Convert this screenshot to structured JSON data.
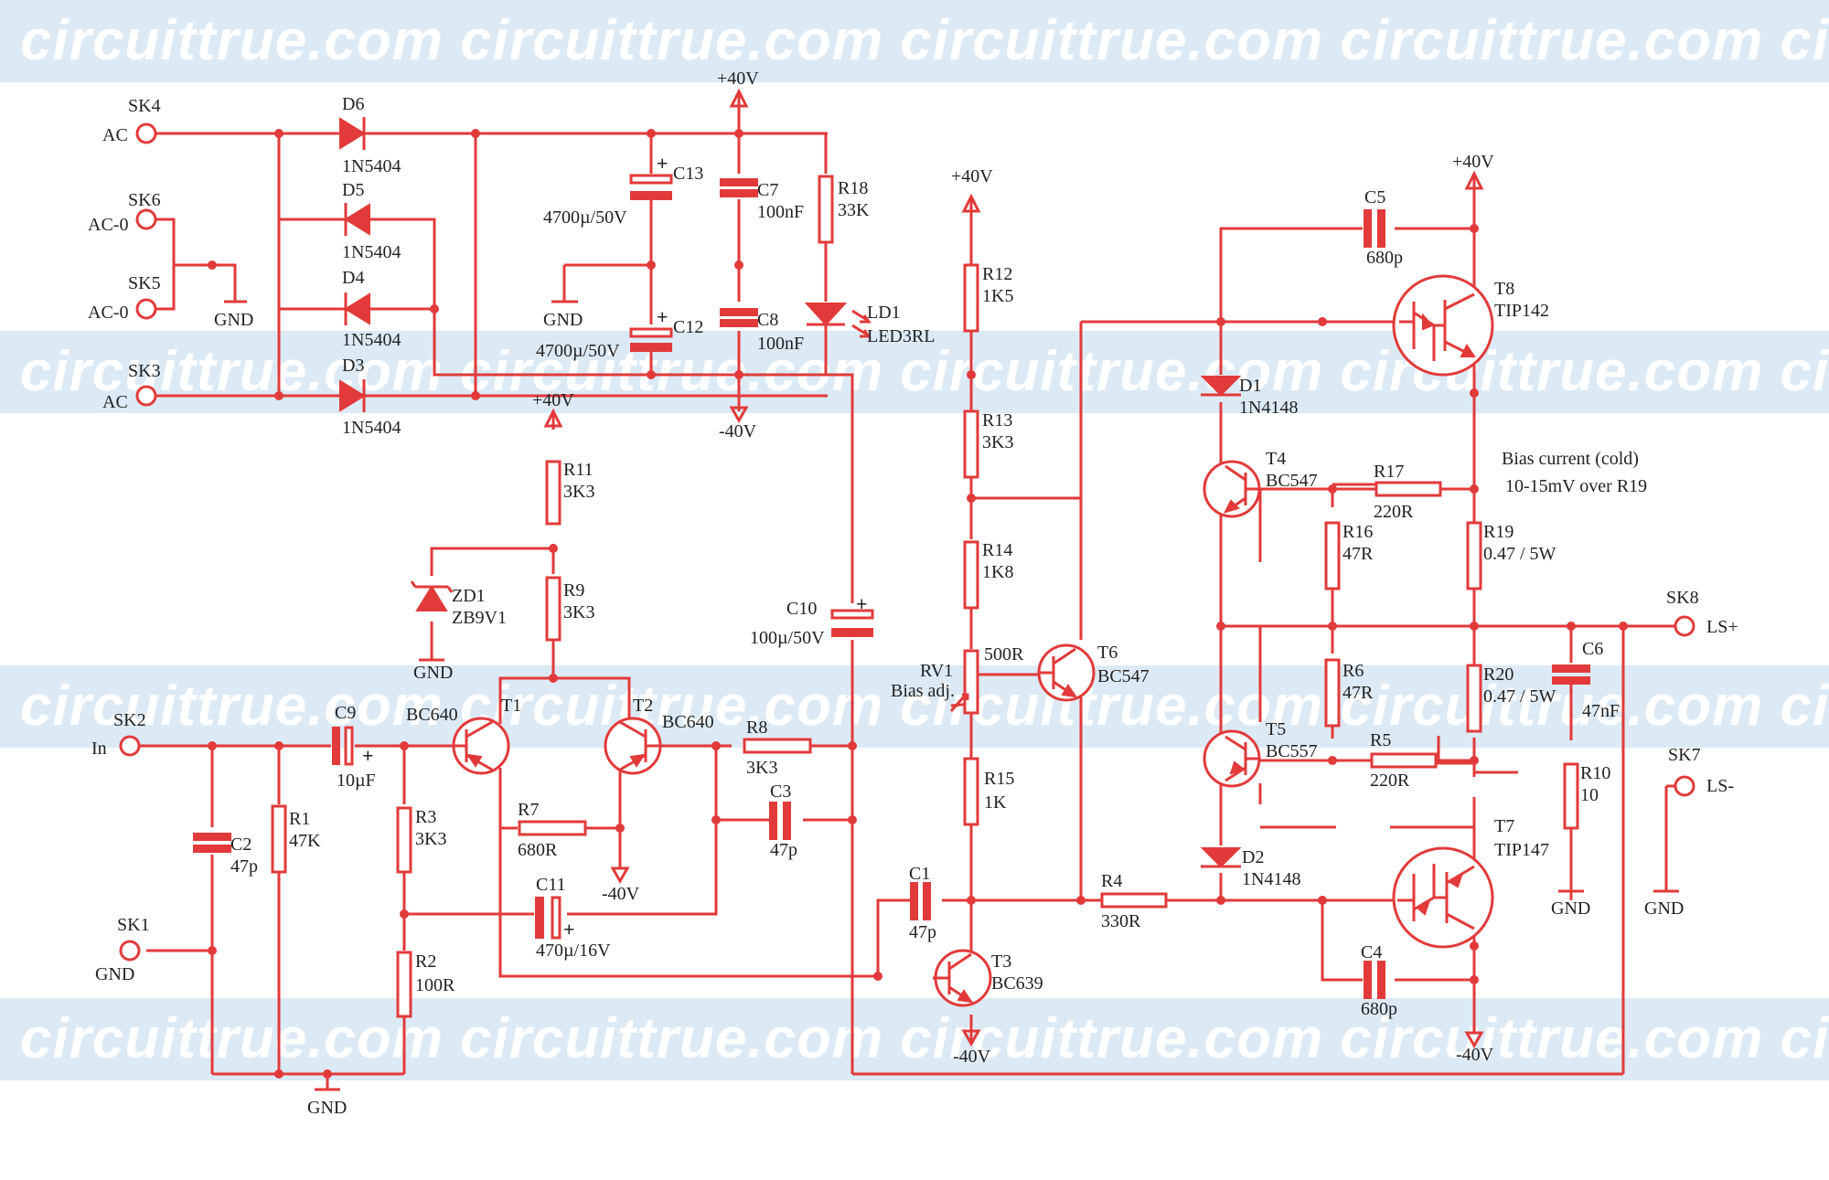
{
  "watermark": "circuittrue.com circuittrue.com circuittrue.com circuittrue.com circuittrue.com",
  "power": {
    "pos": "+40V",
    "neg": "-40V",
    "gnd": "GND"
  },
  "connectors": {
    "SK4": {
      "ref": "SK4",
      "label": "AC"
    },
    "SK6": {
      "ref": "SK6",
      "label": "AC-0"
    },
    "SK5": {
      "ref": "SK5",
      "label": "AC-0"
    },
    "SK3": {
      "ref": "SK3",
      "label": "AC"
    },
    "SK2": {
      "ref": "SK2",
      "label": "In"
    },
    "SK1": {
      "ref": "SK1",
      "label": "GND"
    },
    "SK8": {
      "ref": "SK8",
      "label": "LS+"
    },
    "SK7": {
      "ref": "SK7",
      "label": "LS-"
    }
  },
  "diodes": {
    "D6": {
      "ref": "D6",
      "value": "1N5404"
    },
    "D5": {
      "ref": "D5",
      "value": "1N5404"
    },
    "D4": {
      "ref": "D4",
      "value": "1N5404"
    },
    "D3": {
      "ref": "D3",
      "value": "1N5404"
    },
    "D1": {
      "ref": "D1",
      "value": "1N4148"
    },
    "D2": {
      "ref": "D2",
      "value": "1N4148"
    },
    "ZD1": {
      "ref": "ZD1",
      "value": "ZB9V1"
    },
    "LD1": {
      "ref": "LD1",
      "value": "LED3RL"
    }
  },
  "capacitors": {
    "C13": {
      "ref": "C13",
      "value": "4700µ/50V"
    },
    "C12": {
      "ref": "C12",
      "value": "4700µ/50V"
    },
    "C7": {
      "ref": "C7",
      "value": "100nF"
    },
    "C8": {
      "ref": "C8",
      "value": "100nF"
    },
    "C10": {
      "ref": "C10",
      "value": "100µ/50V"
    },
    "C9": {
      "ref": "C9",
      "value": "10µF"
    },
    "C2": {
      "ref": "C2",
      "value": "47p"
    },
    "C11": {
      "ref": "C11",
      "value": "470µ/16V"
    },
    "C3": {
      "ref": "C3",
      "value": "47p"
    },
    "C1": {
      "ref": "C1",
      "value": "47p"
    },
    "C5": {
      "ref": "C5",
      "value": "680p"
    },
    "C4": {
      "ref": "C4",
      "value": "680p"
    },
    "C6": {
      "ref": "C6",
      "value": "47nF"
    }
  },
  "resistors": {
    "R18": {
      "ref": "R18",
      "value": "33K"
    },
    "R11": {
      "ref": "R11",
      "value": "3K3"
    },
    "R9": {
      "ref": "R9",
      "value": "3K3"
    },
    "R1": {
      "ref": "R1",
      "value": "47K"
    },
    "R3": {
      "ref": "R3",
      "value": "3K3"
    },
    "R2": {
      "ref": "R2",
      "value": "100R"
    },
    "R7": {
      "ref": "R7",
      "value": "680R"
    },
    "R8": {
      "ref": "R8",
      "value": "3K3"
    },
    "R12": {
      "ref": "R12",
      "value": "1K5"
    },
    "R13": {
      "ref": "R13",
      "value": "3K3"
    },
    "R14": {
      "ref": "R14",
      "value": "1K8"
    },
    "R15": {
      "ref": "R15",
      "value": "1K"
    },
    "R4": {
      "ref": "R4",
      "value": "330R"
    },
    "R17": {
      "ref": "R17",
      "value": "220R"
    },
    "R16": {
      "ref": "R16",
      "value": "47R"
    },
    "R6": {
      "ref": "R6",
      "value": "47R"
    },
    "R5": {
      "ref": "R5",
      "value": "220R"
    },
    "R19": {
      "ref": "R19",
      "value": "0.47 / 5W"
    },
    "R20": {
      "ref": "R20",
      "value": "0.47 / 5W"
    },
    "R10": {
      "ref": "R10",
      "value": "10"
    },
    "RV1": {
      "ref": "RV1",
      "value": "500R",
      "note": "Bias adj."
    }
  },
  "transistors": {
    "T1": {
      "ref": "T1",
      "value": "BC640"
    },
    "T2": {
      "ref": "T2",
      "value": "BC640"
    },
    "T3": {
      "ref": "T3",
      "value": "BC639"
    },
    "T4": {
      "ref": "T4",
      "value": "BC547"
    },
    "T5": {
      "ref": "T5",
      "value": "BC557"
    },
    "T6": {
      "ref": "T6",
      "value": "BC547"
    },
    "T7": {
      "ref": "T7",
      "value": "TIP147"
    },
    "T8": {
      "ref": "T8",
      "value": "TIP142"
    }
  },
  "bias_note": {
    "line1": "Bias current (cold)",
    "line2": "10-15mV over R19"
  }
}
